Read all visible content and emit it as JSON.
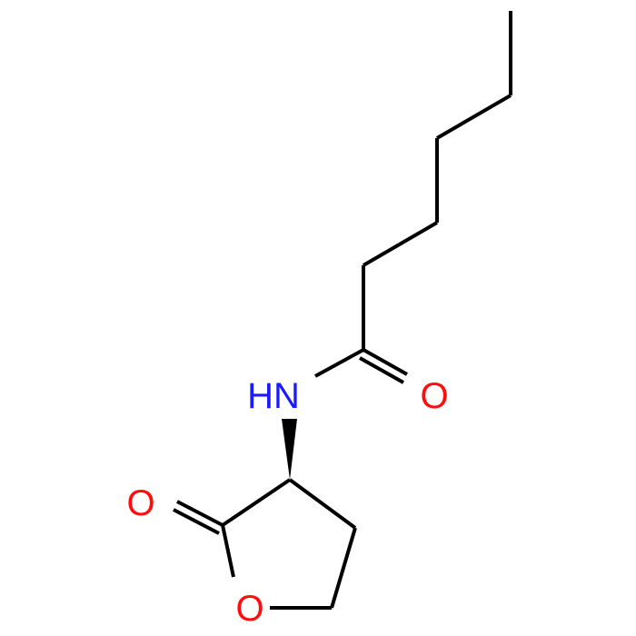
{
  "molecule": {
    "atoms": {
      "amide_N": {
        "label": "HN",
        "element": "N",
        "color": "#1a1aff"
      },
      "amide_O": {
        "label": "O",
        "element": "O",
        "color": "#ff0d0d"
      },
      "lactone_carbonyl_O": {
        "label": "O",
        "element": "O",
        "color": "#ff0d0d"
      },
      "ring_O": {
        "label": "O",
        "element": "O",
        "color": "#ff0d0d"
      }
    },
    "bond_color": "#000000",
    "stereo": {
      "type": "wedge",
      "from": "alpha_carbon",
      "to": "amide_N"
    }
  }
}
